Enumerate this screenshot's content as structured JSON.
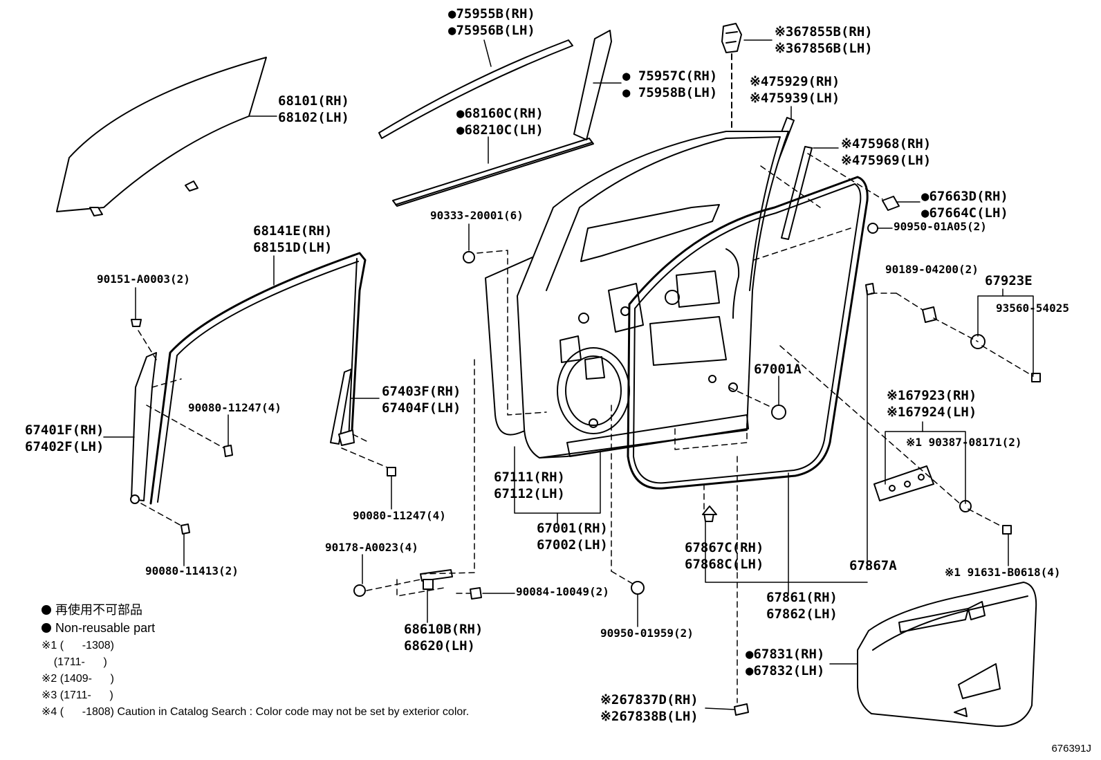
{
  "labels": {
    "p75955": "●75955B(RH)\n●75956B(LH)",
    "p68101": "68101(RH)\n68102(LH)",
    "p68160": "●68160C(RH)\n●68210C(LH)",
    "p75957": "● 75957C(RH)\n● 75958B(LH)",
    "p67855": "※367855B(RH)\n※367856B(LH)",
    "p75929": "※475929(RH)\n※475939(LH)",
    "p75968": "※475968(RH)\n※475969(LH)",
    "p67663": "●67663D(RH)\n●67664C(LH)",
    "p90950a": "90950-01A05(2)",
    "p90333": "90333-20001(6)",
    "p68141": "68141E(RH)\n68151D(LH)",
    "p90151": "90151-A0003(2)",
    "p90189": "90189-04200(2)",
    "p67923E": "67923E",
    "p93560": "93560-54025",
    "p67001A": "67001A",
    "p67403": "67403F(RH)\n67404F(LH)",
    "p90080a": "90080-11247(4)",
    "p67401": "67401F(RH)\n67402F(LH)",
    "p67923": "※167923(RH)\n※167924(LH)",
    "p90387": "※1 90387-08171(2)",
    "p67111": "67111(RH)\n67112(LH)",
    "p90080b": "90080-11247(4)",
    "p67001": "67001(RH)\n67002(LH)",
    "p90178": "90178-A0023(4)",
    "p67867C": "67867C(RH)\n67868C(LH)",
    "p67867A": "67867A",
    "p90080c": "90080-11413(2)",
    "p91631": "※1 91631-B0618(4)",
    "p90084": "90084-10049(2)",
    "p67861": "67861(RH)\n67862(LH)",
    "p68610": "68610B(RH)\n68620(LH)",
    "p90950b": "90950-01959(2)",
    "p67831": "●67831(RH)\n●67832(LH)",
    "p67837": "※267837D(RH)\n※267838B(LH)"
  },
  "legend": {
    "jp": "再使用不可部品",
    "en": "Non-reusable part",
    "n1": "※1 (      -1308)",
    "n1b": "    (1711-      )",
    "n2": "※2 (1409-      )",
    "n3": "※3 (1711-      )",
    "n4": "※4 (      -1808) Caution in Catalog Search : Color code may not be set by exterior color."
  },
  "sheet_id": "676391J"
}
